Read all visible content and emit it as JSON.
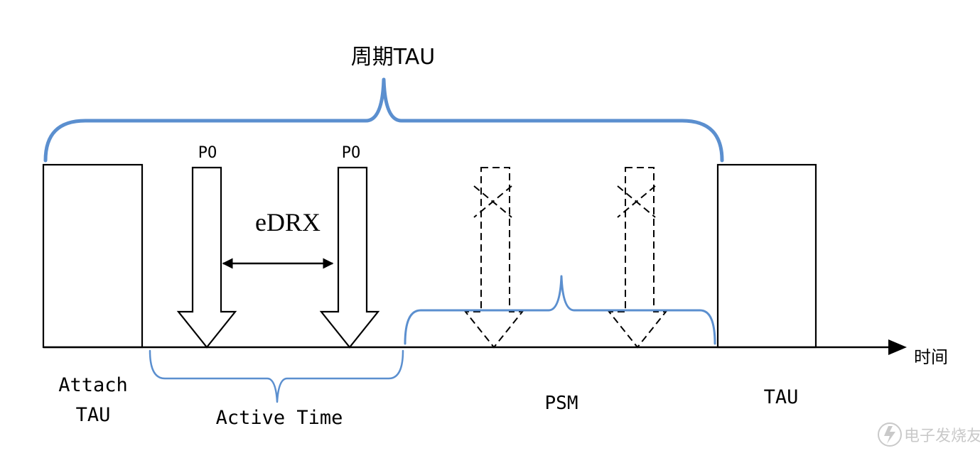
{
  "labels": {
    "period_tau": "周期TAU",
    "po_1": "PO",
    "po_2": "PO",
    "edrx": "eDRX",
    "attach_line1": "Attach",
    "attach_line2": "TAU",
    "active_time": "Active Time",
    "psm": "PSM",
    "tau_end": "TAU",
    "time_axis": "时间",
    "watermark": "电子发烧友"
  },
  "colors": {
    "brace": "#5b8fcf",
    "line": "#000000",
    "watermark": "#c9c9c9"
  }
}
